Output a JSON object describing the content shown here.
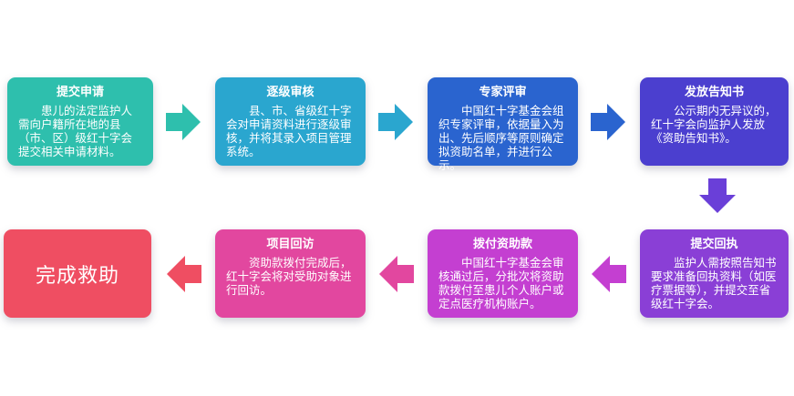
{
  "steps": [
    {
      "title": "提交申请",
      "text": "患儿的法定监护人需向户籍所在地的县（市、区）级红十字会提交相关申请材料。",
      "color": "#2ebfad"
    },
    {
      "title": "逐级审核",
      "text": "县、市、省级红十字会对申请资料进行逐级审核，并将其录入项目管理系统。",
      "color": "#2aa6cf"
    },
    {
      "title": "专家评审",
      "text": "中国红十字基金会组织专家评审，依据量入为出、先后顺序等原则确定拟资助名单，并进行公示。",
      "color": "#2a64cf"
    },
    {
      "title": "发放告知书",
      "text": "公示期内无异议的，红十字会向监护人发放《资助告知书》。",
      "color": "#4b3fcf"
    },
    {
      "title": "提交回执",
      "text": "监护人需按照告知书要求准备回执资料（如医疗票据等），并提交至省级红十字会。",
      "color": "#8a3fd6"
    },
    {
      "title": "拨付资助款",
      "text": "中国红十字基金会审核通过后，分批次将资助款拨付至患儿个人账户或定点医疗机构账户。",
      "color": "#c43fd1"
    },
    {
      "title": "项目回访",
      "text": "资助款拨付完成后，红十字会将对受助对象进行回访。",
      "color": "#e2479f"
    },
    {
      "title": "完成救助",
      "text": "",
      "color": "#ef4e62"
    }
  ],
  "arrows": [
    {
      "color": "#2ebfad"
    },
    {
      "color": "#2aa6cf"
    },
    {
      "color": "#2a64cf"
    },
    {
      "color": "#6a3fd8"
    },
    {
      "color": "#c43fd1"
    },
    {
      "color": "#e2479f"
    },
    {
      "color": "#ef4e62"
    }
  ]
}
